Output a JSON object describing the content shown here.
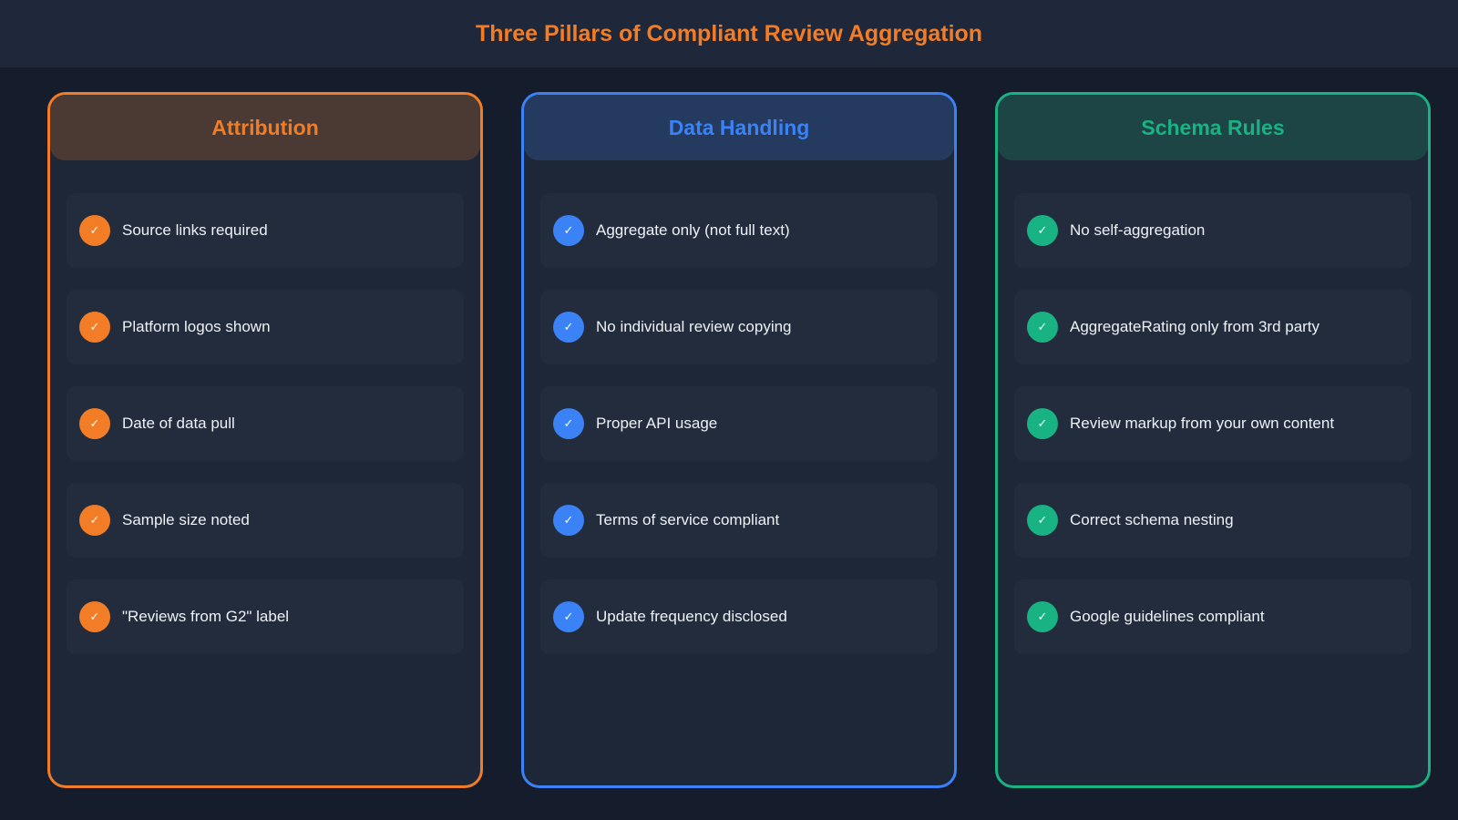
{
  "title": "Three Pillars of Compliant Review Aggregation",
  "columns": [
    {
      "name": "attribution",
      "title": "Attribution",
      "accent": "#f27d26",
      "header_bg": "#4a3a33",
      "items": [
        "Source links required",
        "Platform logos shown",
        "Date of data pull",
        "Sample size noted",
        "\"Reviews from G2\" label"
      ]
    },
    {
      "name": "data-handling",
      "title": "Data Handling",
      "accent": "#3b82f6",
      "header_bg": "#243a5e",
      "items": [
        "Aggregate only (not full text)",
        "No individual review copying",
        "Proper API usage",
        "Terms of service compliant",
        "Update frequency disclosed"
      ]
    },
    {
      "name": "schema-rules",
      "title": "Schema Rules",
      "accent": "#19b383",
      "header_bg": "#1d4545",
      "items": [
        "No self-aggregation",
        "AggregateRating only from 3rd party",
        "Review markup from your own content",
        "Correct schema nesting",
        "Google guidelines compliant"
      ]
    }
  ],
  "icon": "check-icon",
  "check_glyph": "✓"
}
